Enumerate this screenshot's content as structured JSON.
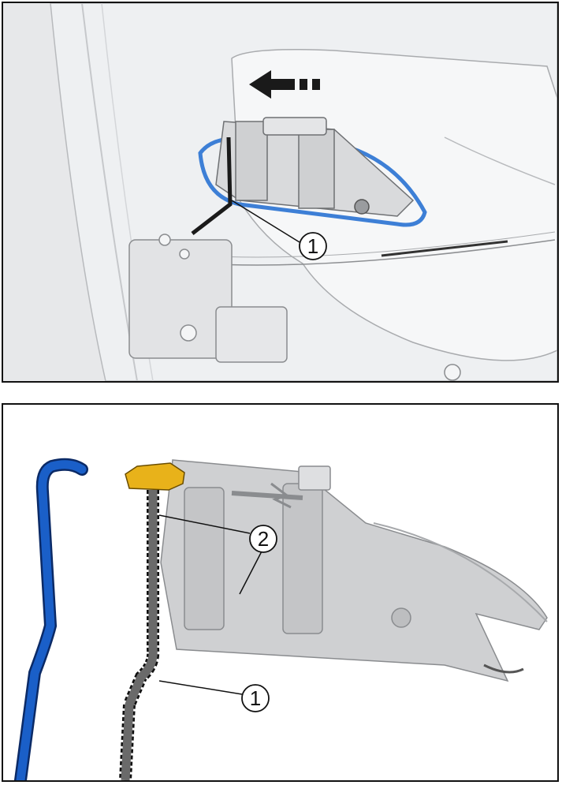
{
  "top_panel": {
    "callout_1": "1",
    "arrow_direction": "left",
    "colors": {
      "seal": "#3d7fd6",
      "cable": "#1a1a1a",
      "body": "#e9eaec"
    }
  },
  "bottom_panel": {
    "callout_1": "1",
    "callout_2": "2",
    "colors": {
      "hose": "#1a5fc8",
      "cable": "#5a5a5a",
      "connector": "#e8b21a",
      "handle": "#cfd0d2"
    }
  }
}
